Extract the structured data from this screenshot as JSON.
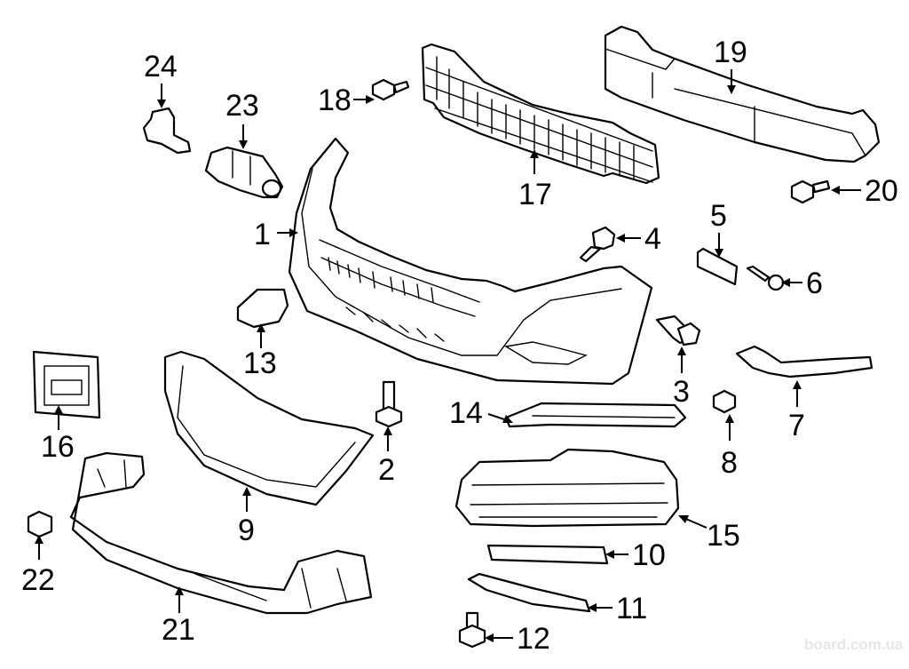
{
  "diagram": {
    "title": "Front bumper exploded parts diagram",
    "callouts": [
      {
        "id": "1",
        "label": "1",
        "part": "bumper-cover"
      },
      {
        "id": "2",
        "label": "2",
        "part": "bolt"
      },
      {
        "id": "3",
        "label": "3",
        "part": "push-clip"
      },
      {
        "id": "4",
        "label": "4",
        "part": "clip"
      },
      {
        "id": "5",
        "label": "5",
        "part": "bracket-pad"
      },
      {
        "id": "6",
        "label": "6",
        "part": "rivet"
      },
      {
        "id": "7",
        "label": "7",
        "part": "side-bracket"
      },
      {
        "id": "8",
        "label": "8",
        "part": "bolt"
      },
      {
        "id": "9",
        "label": "9",
        "part": "lower-grille-trim"
      },
      {
        "id": "10",
        "label": "10",
        "part": "trim-strip"
      },
      {
        "id": "11",
        "label": "11",
        "part": "lower-molding"
      },
      {
        "id": "12",
        "label": "12",
        "part": "bolt"
      },
      {
        "id": "13",
        "label": "13",
        "part": "tow-hook-cover"
      },
      {
        "id": "14",
        "label": "14",
        "part": "reinforcement-bar"
      },
      {
        "id": "15",
        "label": "15",
        "part": "fog-lamp-bezel"
      },
      {
        "id": "16",
        "label": "16",
        "part": "license-plate-bracket"
      },
      {
        "id": "17",
        "label": "17",
        "part": "energy-absorber"
      },
      {
        "id": "18",
        "label": "18",
        "part": "bolt"
      },
      {
        "id": "19",
        "label": "19",
        "part": "impact-bar"
      },
      {
        "id": "20",
        "label": "20",
        "part": "bolt"
      },
      {
        "id": "21",
        "label": "21",
        "part": "splash-shield"
      },
      {
        "id": "22",
        "label": "22",
        "part": "push-pin"
      },
      {
        "id": "23",
        "label": "23",
        "part": "park-sensor"
      },
      {
        "id": "24",
        "label": "24",
        "part": "sensor-retainer"
      }
    ]
  },
  "watermark": {
    "text": "board.com.ua"
  }
}
